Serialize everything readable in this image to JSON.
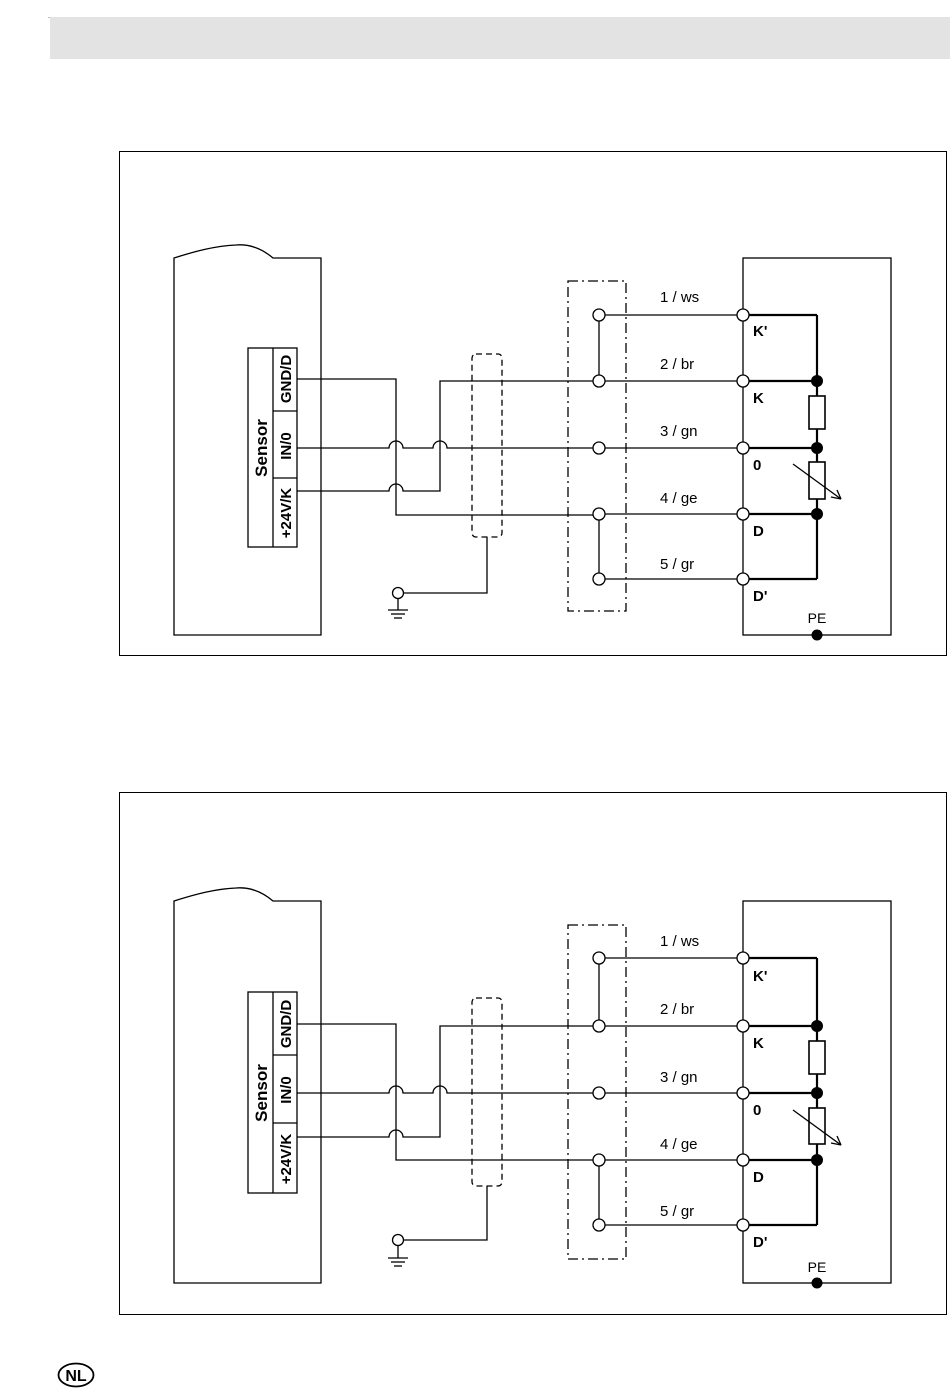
{
  "diagrams": [
    {
      "sensor_label": "Sensor",
      "terminals": [
        "GND/D",
        "IN/0",
        "+24V/K"
      ],
      "wires": [
        "1 / ws",
        "2 / br",
        "3 / gn",
        "4 / ge",
        "5 / gr"
      ],
      "pins": [
        "K'",
        "K",
        "0",
        "D",
        "D'"
      ],
      "pe_label": "PE"
    },
    {
      "sensor_label": "Sensor",
      "terminals": [
        "GND/D",
        "IN/0",
        "+24V/K"
      ],
      "wires": [
        "1 / ws",
        "2 / br",
        "3 / gn",
        "4 / ge",
        "5 / gr"
      ],
      "pins": [
        "K'",
        "K",
        "0",
        "D",
        "D'"
      ],
      "pe_label": "PE"
    }
  ],
  "footer": {
    "badge": "NL"
  }
}
